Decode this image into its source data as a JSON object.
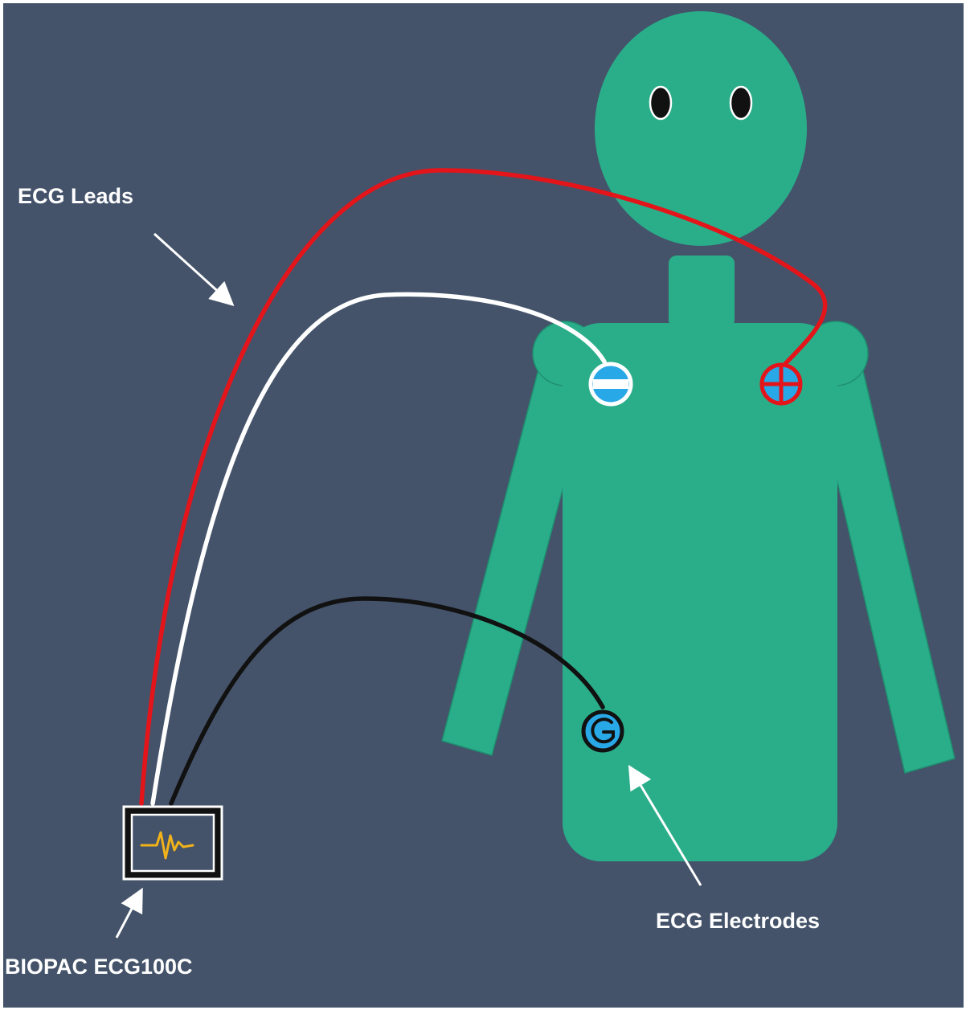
{
  "diagram": {
    "labels": {
      "leads": "ECG Leads",
      "electrodes": "ECG Electrodes",
      "device": "BIOPAC ECG100C"
    },
    "electrodes": [
      {
        "name": "negative",
        "symbol": "minus"
      },
      {
        "name": "positive",
        "symbol": "plus"
      },
      {
        "name": "ground",
        "symbol": "G"
      }
    ],
    "leads": [
      {
        "name": "red-lead",
        "color": "#e3151a"
      },
      {
        "name": "white-lead",
        "color": "#ffffff"
      },
      {
        "name": "black-lead",
        "color": "#111111"
      }
    ],
    "colors": {
      "background": "#44536a",
      "body": "#2aae8a",
      "body_outline": "#1f8f70",
      "electrode_fill": "#29a8e8",
      "text": "#ffffff",
      "waveform": "#f1b21a"
    }
  }
}
